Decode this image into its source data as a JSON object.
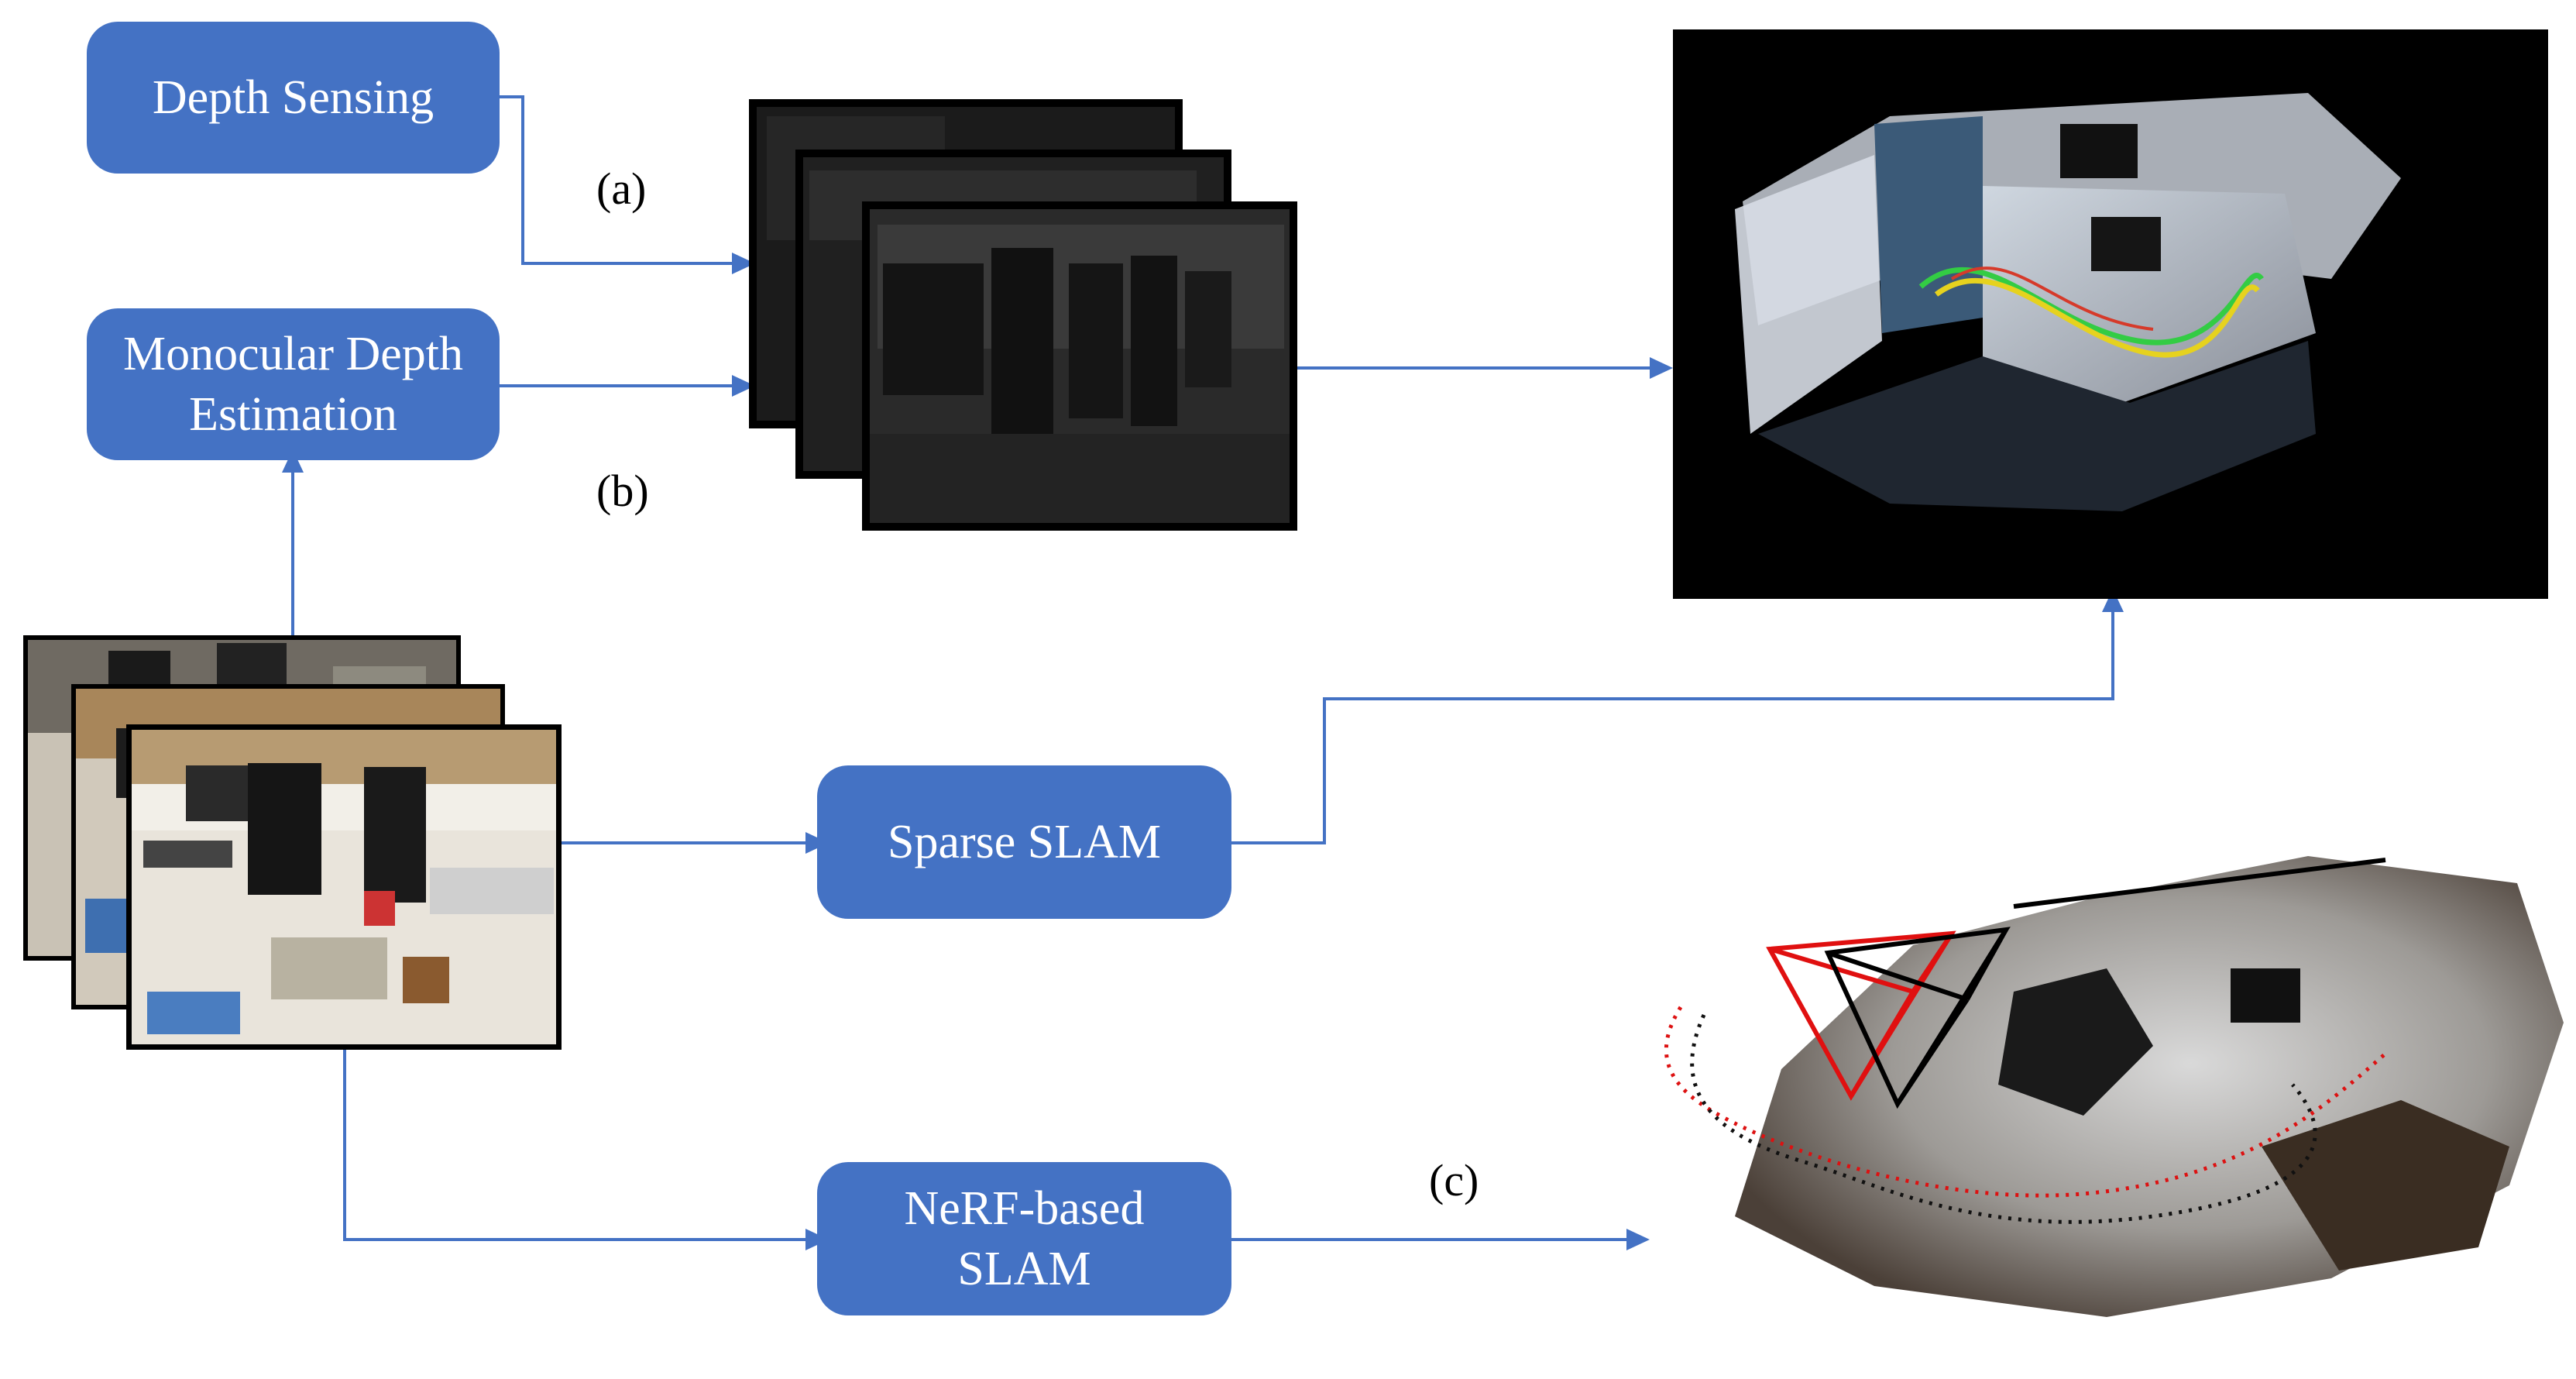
{
  "nodes": {
    "depth_sensing": "Depth Sensing",
    "monocular": "Monocular Depth\nEstimation",
    "sparse_slam": "Sparse SLAM",
    "nerf_slam": "NeRF-based\nSLAM"
  },
  "labels": {
    "a": "(a)",
    "b": "(b)",
    "c": "(c)"
  },
  "colors": {
    "node_fill": "#4472c4",
    "arrow": "#4472c4",
    "node_text": "#ffffff"
  },
  "images": [
    "rgb-frame-stack",
    "depth-map-stack",
    "dense-point-cloud-reconstruction",
    "nerf-mesh-reconstruction-with-camera-trajectory"
  ]
}
